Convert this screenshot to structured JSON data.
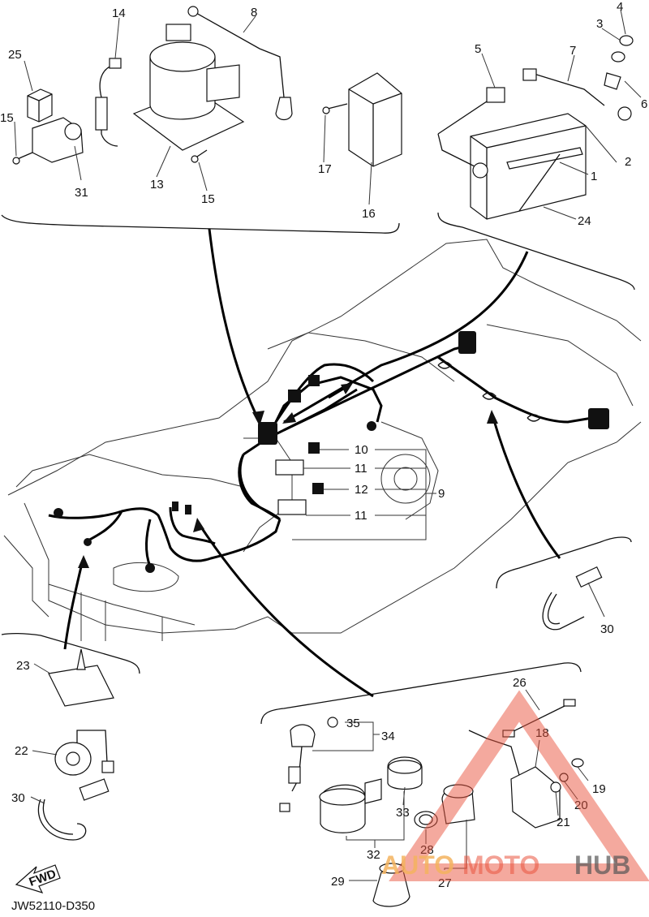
{
  "diagram": {
    "code": "JW52110-D350",
    "fwd_label": "FWD",
    "callouts": [
      "1",
      "2",
      "3",
      "4",
      "5",
      "6",
      "7",
      "8",
      "9",
      "10",
      "11",
      "12",
      "13",
      "14",
      "15",
      "16",
      "17",
      "18",
      "19",
      "20",
      "21",
      "22",
      "23",
      "24",
      "25",
      "26",
      "27",
      "28",
      "29",
      "30",
      "31",
      "32",
      "33",
      "34",
      "35"
    ]
  },
  "watermark": {
    "part_a": "AUTO",
    "part_b": "MOTO",
    "part_c": "HUB"
  }
}
